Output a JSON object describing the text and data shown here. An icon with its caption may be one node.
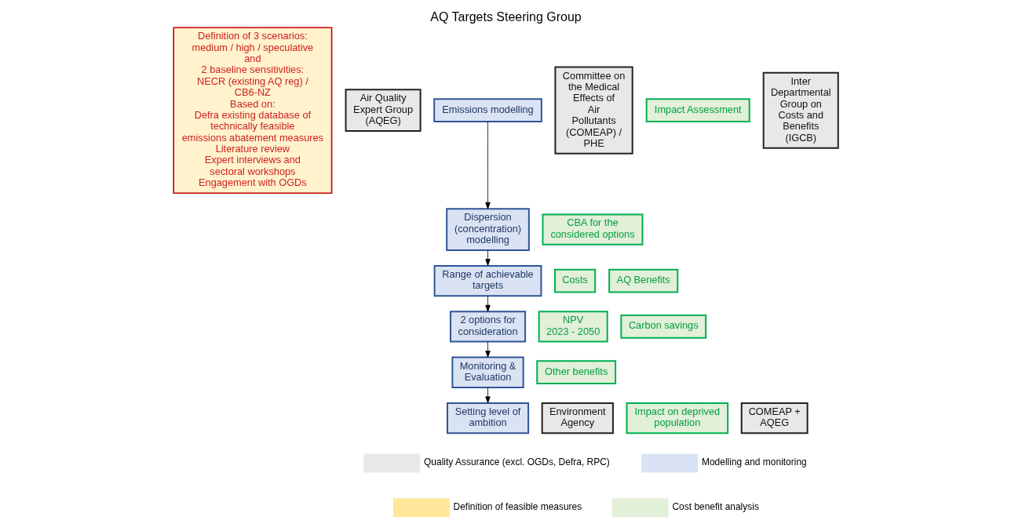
{
  "diagram": {
    "title": "AQ Targets Steering Group",
    "nodes": [
      {
        "text": [
          "Definition of 3 scenarios: medium / high / speculative",
          "and",
          "2 baseline sensitivities: NECR (existing AQ reg) / CB6-NZ",
          "Based on:",
          "Defra existing database of technically feasible emissions abatement measures",
          "Literature review",
          "Expert interviews and sectoral workshops",
          "Engagement with OGDs"
        ]
      },
      {
        "text": [
          "Air Quality Expert Group (AQEG)"
        ]
      },
      {
        "text": [
          "Emissions modelling"
        ]
      },
      {
        "text": [
          "Dispersion (concentration) modelling"
        ]
      },
      {
        "text": [
          "Range of achievable targets"
        ]
      },
      {
        "text": [
          "2 options for consideration"
        ]
      },
      {
        "text": [
          "Monitoring & Evaluation"
        ]
      },
      {
        "text": [
          "Setting level of ambition"
        ]
      },
      {
        "text": [
          "Committee on the Medical Effects of Air Pollutants (COMEAP) / PHE"
        ]
      },
      {
        "text": [
          "Environment Agency"
        ]
      },
      {
        "text": [
          "Impact Assessment"
        ]
      },
      {
        "text": [
          "CBA for the considered options"
        ]
      },
      {
        "text": [
          "Costs"
        ]
      },
      {
        "text": [
          "AQ Benefits"
        ]
      },
      {
        "text": [
          "NPV",
          "2023 - 2050"
        ]
      },
      {
        "text": [
          "Carbon savings"
        ]
      },
      {
        "text": [
          "Other benefits"
        ]
      },
      {
        "text": [
          "Impact on deprived population"
        ]
      },
      {
        "text": [
          "Inter Departmental Group on Costs and Benefits (IGCB)"
        ]
      },
      {
        "text": [
          "COMEAP + AQEG"
        ]
      }
    ],
    "edges": [
      {
        "from": 2,
        "to": 3,
        "arrow": "to"
      },
      {
        "from": 3,
        "to": 4,
        "arrow": "to"
      },
      {
        "from": 4,
        "to": 5,
        "arrow": "to"
      },
      {
        "from": 5,
        "to": 6,
        "arrow": "to"
      },
      {
        "from": 6,
        "to": 7,
        "arrow": "to"
      }
    ],
    "legend": [
      {
        "text": "Quality Assurance (excl. OGDs, Defra, RPC)",
        "color": "#e8e8e8"
      },
      {
        "text": "Definition of feasible measures",
        "color": "#ffe699"
      },
      {
        "text": "Modelling and monitoring",
        "color": "#dae3f3"
      },
      {
        "text": "Cost benefit analysis",
        "color": "#e2efd9"
      }
    ]
  }
}
